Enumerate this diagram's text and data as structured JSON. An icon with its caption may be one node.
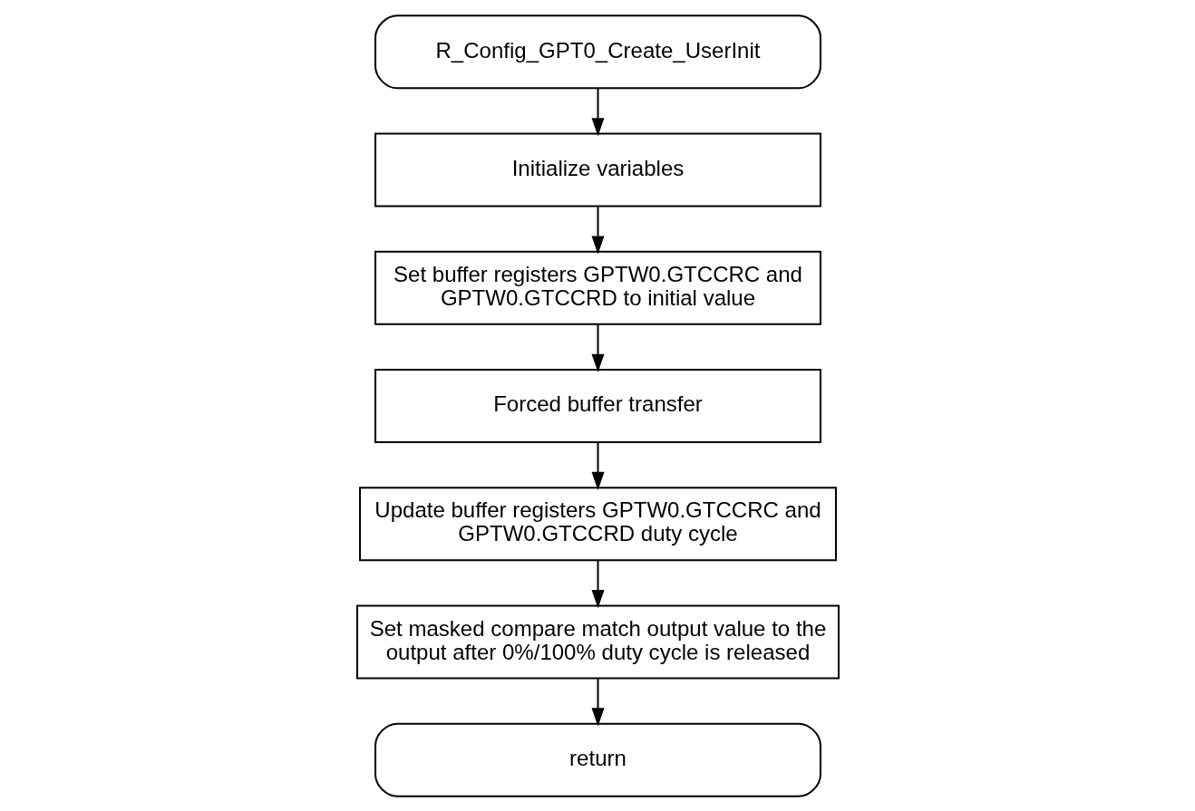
{
  "diagram": {
    "nodes": [
      {
        "text": [
          "R_Config_GPT0_Create_UserInit"
        ]
      },
      {
        "text": [
          "Initialize variables"
        ]
      },
      {
        "text": [
          "Set buffer registers GPTW0.GTCCRC and GPTW0.GTCCRD to initial value"
        ]
      },
      {
        "text": [
          "Forced buffer transfer"
        ]
      },
      {
        "text": [
          "Update buffer registers GPTW0.GTCCRC and GPTW0.GTCCRD duty cycle"
        ]
      },
      {
        "text": [
          "Set masked compare match output value to the output after 0%/100% duty cycle is released"
        ]
      },
      {
        "text": [
          "return"
        ]
      }
    ],
    "edges": [
      {
        "from": 0,
        "to": 1,
        "arrow": "to"
      },
      {
        "from": 1,
        "to": 2,
        "arrow": "to"
      },
      {
        "from": 2,
        "to": 3,
        "arrow": "to"
      },
      {
        "from": 3,
        "to": 4,
        "arrow": "to"
      },
      {
        "from": 4,
        "to": 5,
        "arrow": "to"
      },
      {
        "from": 5,
        "to": 6,
        "arrow": "to"
      }
    ]
  }
}
